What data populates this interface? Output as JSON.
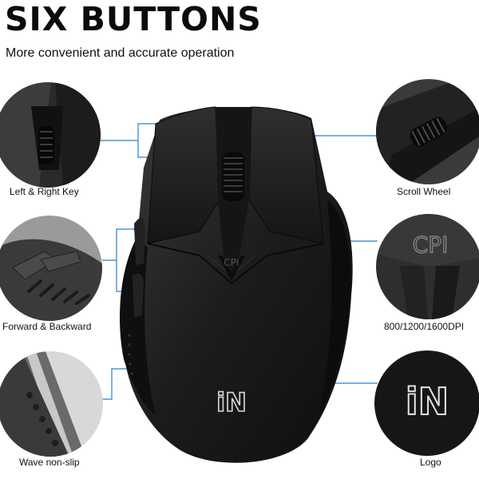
{
  "header": {
    "title": "SIX BUTTONS",
    "subtitle": "More convenient and accurate operation"
  },
  "features": [
    {
      "id": "left-right-key",
      "label": "Left & Right Key",
      "icon": "left-right-key-closeup"
    },
    {
      "id": "scroll-wheel",
      "label": "Scroll Wheel",
      "icon": "scroll-wheel-closeup"
    },
    {
      "id": "forward-backward",
      "label": "Forward & Backward",
      "icon": "side-buttons-closeup"
    },
    {
      "id": "cpi",
      "label": "800/1200/1600DPI",
      "icon": "cpi-button-closeup"
    },
    {
      "id": "wave-non-slip",
      "label": "Wave non-slip",
      "icon": "wave-grip-closeup"
    },
    {
      "id": "logo",
      "label": "Logo",
      "icon": "logo-closeup"
    }
  ],
  "mouse": {
    "cpi_text": "CPI",
    "logo_text": "iN"
  },
  "colors": {
    "accent": "#2a7fd4",
    "mouse_body": "#1b1b1b",
    "panel_dark": "#2b2b2b"
  }
}
